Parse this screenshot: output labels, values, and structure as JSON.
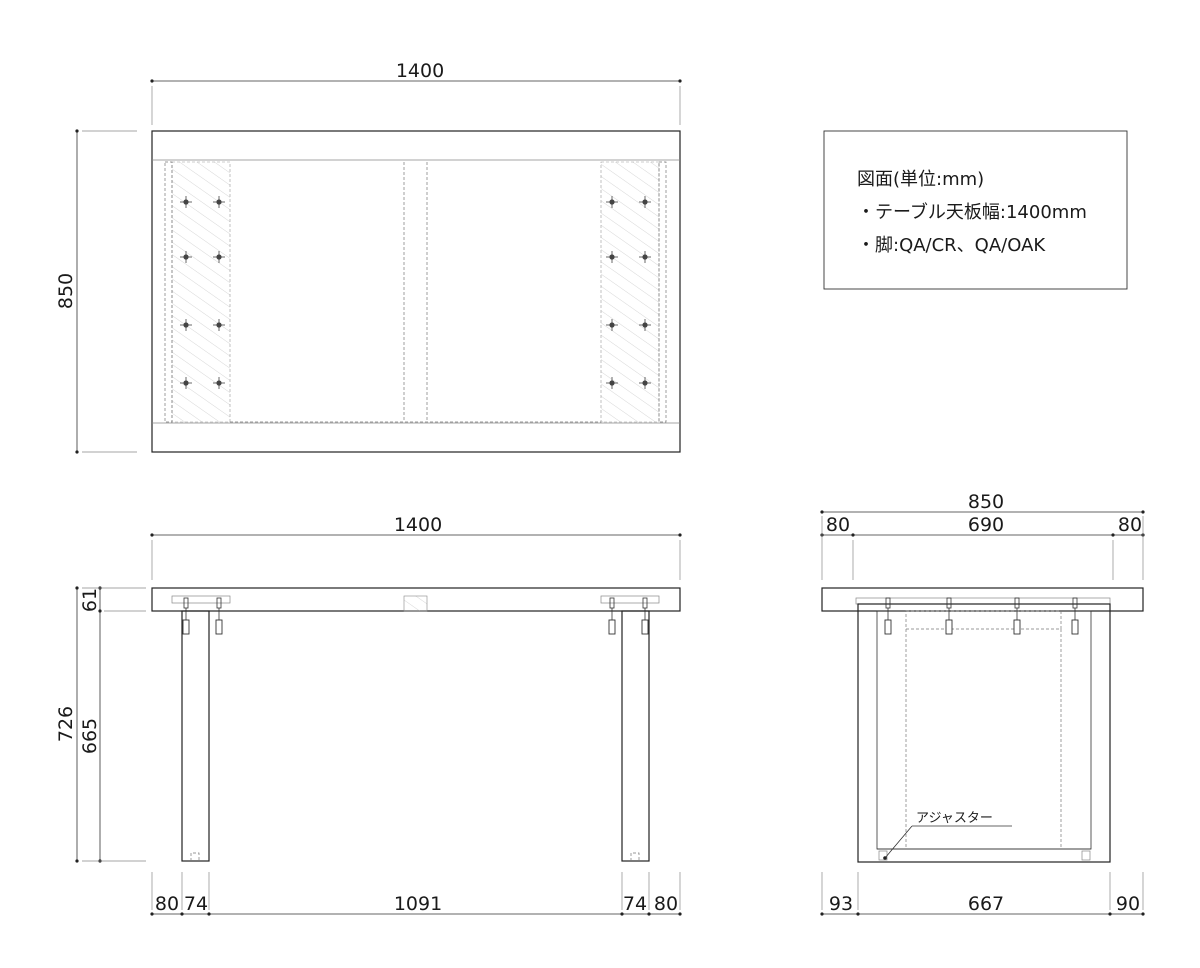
{
  "notes": {
    "title": "図面(単位:mm)",
    "line1": "・テーブル天板幅:1400mm",
    "line2": "・脚:QA/CR、QA/OAK"
  },
  "top_view": {
    "width_label": "1400",
    "depth_label": "850"
  },
  "front_view": {
    "width_label": "1400",
    "top_thickness_label": "61",
    "total_height_label": "726",
    "leg_height_label": "665",
    "bottom": {
      "left_leg": "80",
      "left_gap": "74",
      "span": "1091",
      "right_gap": "74",
      "right_leg": "80"
    }
  },
  "side_view": {
    "depth_label": "850",
    "top": {
      "left": "80",
      "middle": "690",
      "right": "80"
    },
    "adjuster_label": "アジャスター",
    "bottom": {
      "left": "93",
      "middle": "667",
      "right": "90"
    }
  },
  "colors": {
    "line": "#222222",
    "hatch": "#bbbbbb",
    "text": "#1a1a1a"
  }
}
